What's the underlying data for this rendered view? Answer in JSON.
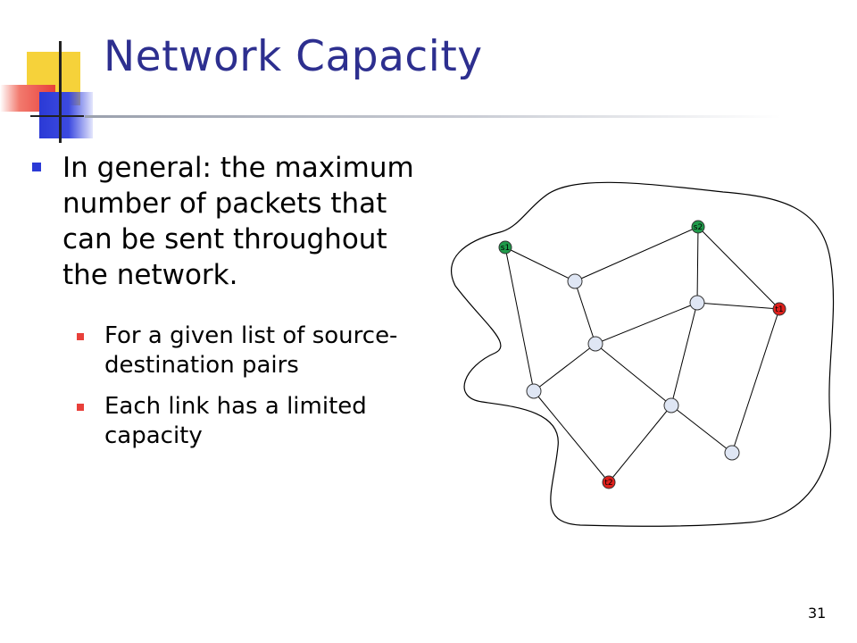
{
  "slide": {
    "title": "Network Capacity",
    "bullets": [
      {
        "text": "In general: the maximum number of packets that can be sent throughout the network."
      }
    ],
    "sub_bullets": [
      {
        "text": "For a given list of source-destination pairs"
      },
      {
        "text": "Each link has a limited capacity"
      }
    ],
    "slide_number": "31"
  },
  "diagram": {
    "nodes": [
      {
        "id": "s1",
        "label": "s1"
      },
      {
        "id": "s2",
        "label": "s2"
      },
      {
        "id": "t1",
        "label": "t1"
      },
      {
        "id": "t2",
        "label": "t2"
      },
      {
        "id": "n1"
      },
      {
        "id": "n2"
      },
      {
        "id": "n3"
      },
      {
        "id": "n4"
      },
      {
        "id": "n5"
      },
      {
        "id": "n6"
      }
    ],
    "edges": [
      [
        "s1",
        "n1"
      ],
      [
        "s1",
        "n4"
      ],
      [
        "n1",
        "s2"
      ],
      [
        "s2",
        "n2"
      ],
      [
        "s2",
        "t1"
      ],
      [
        "n2",
        "t1"
      ],
      [
        "n1",
        "n3"
      ],
      [
        "n2",
        "n3"
      ],
      [
        "n3",
        "n4"
      ],
      [
        "n3",
        "n5"
      ],
      [
        "n2",
        "n5"
      ],
      [
        "n4",
        "t2"
      ],
      [
        "n5",
        "t2"
      ],
      [
        "n5",
        "n6"
      ],
      [
        "t1",
        "n6"
      ]
    ],
    "colors": {
      "source": "#1f9a4a",
      "target": "#e0201c",
      "plain": "#dfe6f4",
      "title": "#2d2f8f",
      "bullet_main": "#2b3ad6",
      "bullet_sub": "#e8403a"
    }
  }
}
